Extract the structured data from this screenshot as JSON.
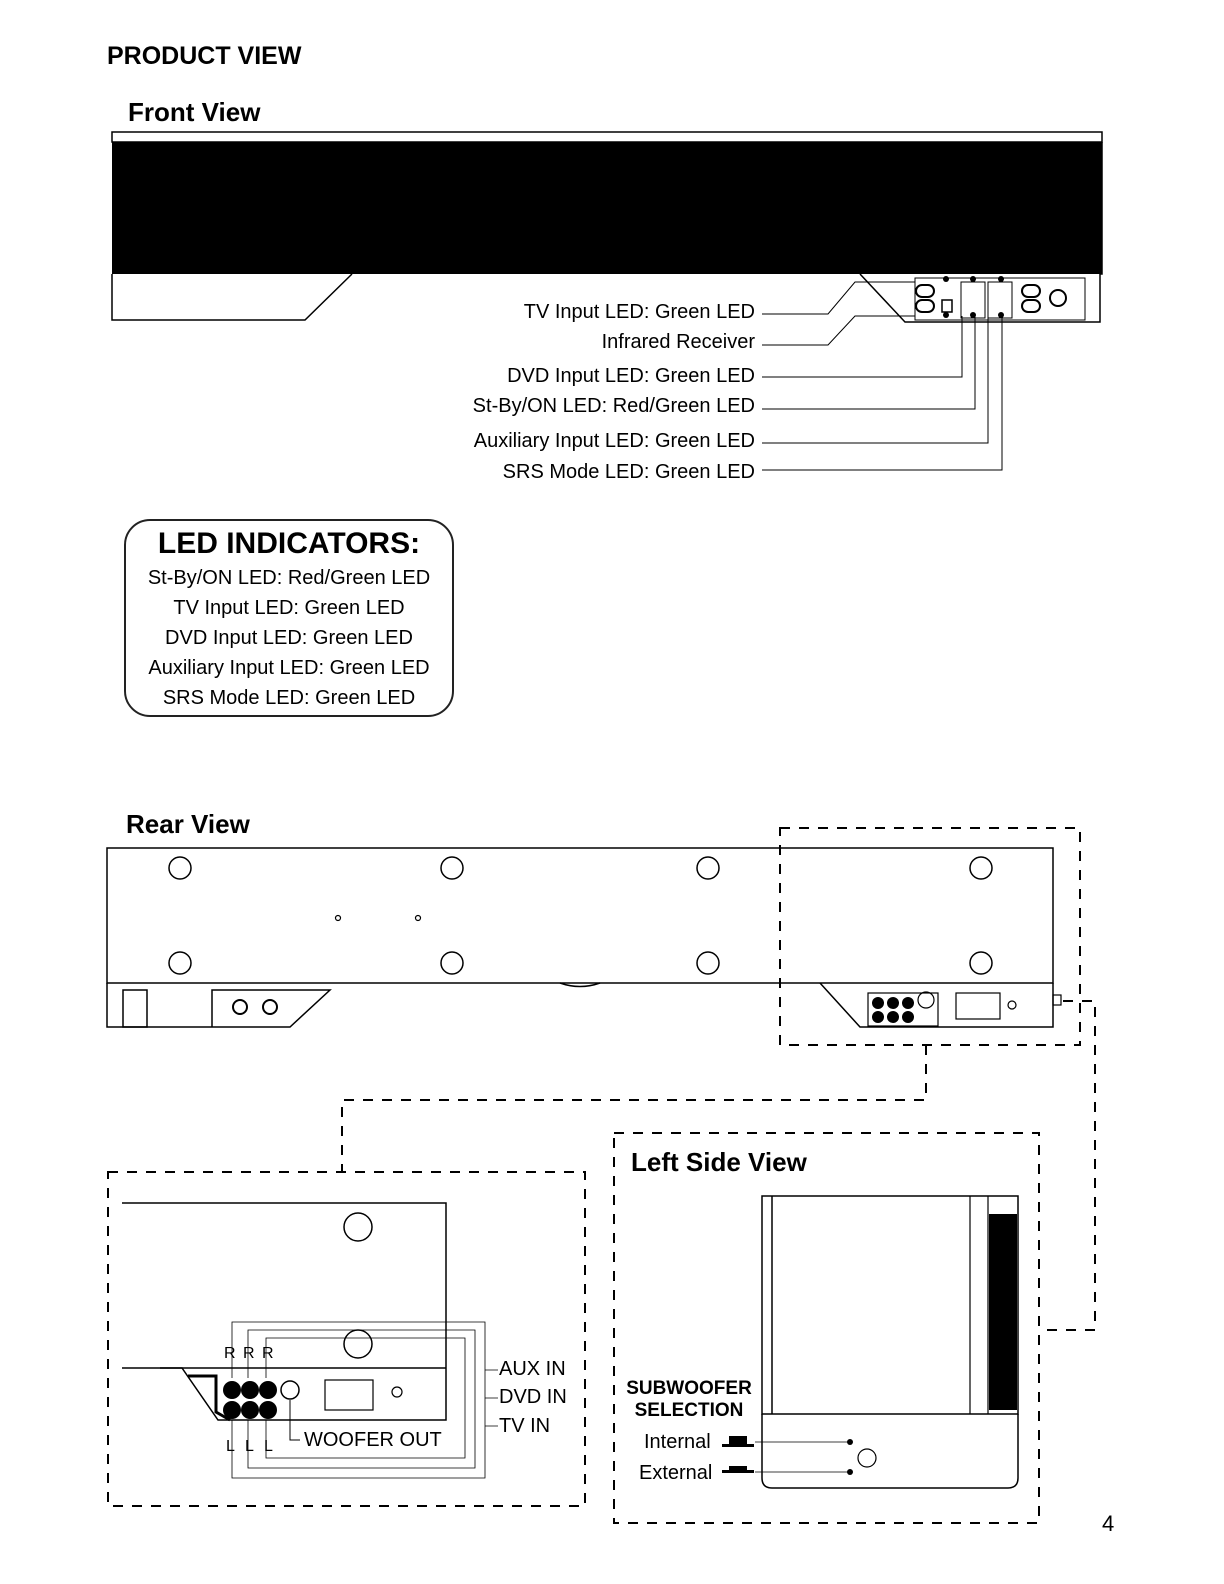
{
  "page": {
    "title": "PRODUCT VIEW",
    "page_number": "4"
  },
  "front_view": {
    "heading": "Front View",
    "callouts": [
      "TV Input LED: Green LED",
      "Infrared Receiver",
      "DVD Input LED: Green LED",
      "St-By/ON LED: Red/Green LED",
      "Auxiliary Input LED: Green LED",
      "SRS Mode LED: Green LED"
    ]
  },
  "led_indicators": {
    "title": "LED INDICATORS:",
    "items": [
      "St-By/ON LED: Red/Green LED",
      "TV Input LED: Green LED",
      "DVD Input LED: Green LED",
      "Auxiliary Input LED: Green LED",
      "SRS Mode LED: Green LED"
    ]
  },
  "rear_view": {
    "heading": "Rear View",
    "detail": {
      "rl_labels": [
        "R",
        "R",
        "R",
        "L",
        "L",
        "L"
      ],
      "inputs": [
        "AUX IN",
        "DVD IN",
        "TV IN"
      ],
      "woofer_out": "WOOFER OUT"
    }
  },
  "left_side_view": {
    "heading": "Left Side View",
    "subwoofer_selection": [
      "SUBWOOFER",
      "SELECTION"
    ],
    "options": [
      "Internal",
      "External"
    ]
  }
}
